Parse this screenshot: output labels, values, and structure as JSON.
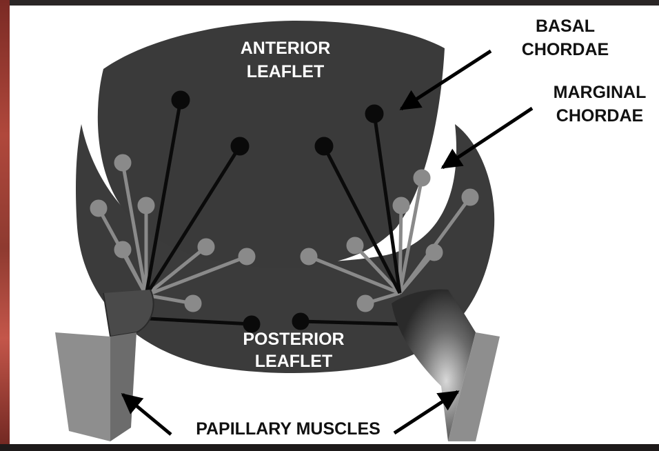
{
  "labels": {
    "anterior_leaflet": [
      "ANTERIOR",
      "LEAFLET"
    ],
    "posterior_leaflet": [
      "POSTERIOR",
      "LEAFLET"
    ],
    "basal_chordae": [
      "BASAL",
      "CHORDAE"
    ],
    "marginal_chordae": [
      "MARGINAL",
      "CHORDAE"
    ],
    "papillary_muscles": "PAPILLARY MUSCLES"
  },
  "colors": {
    "leaflet": "#3a3a3a",
    "basal_chord": "#0a0a0a",
    "marginal_chord": "#8a8a8a",
    "muscle_front": "#8e8e8e",
    "muscle_top": "#4a4a4a",
    "arrow": "#000000",
    "background": "#ffffff"
  }
}
